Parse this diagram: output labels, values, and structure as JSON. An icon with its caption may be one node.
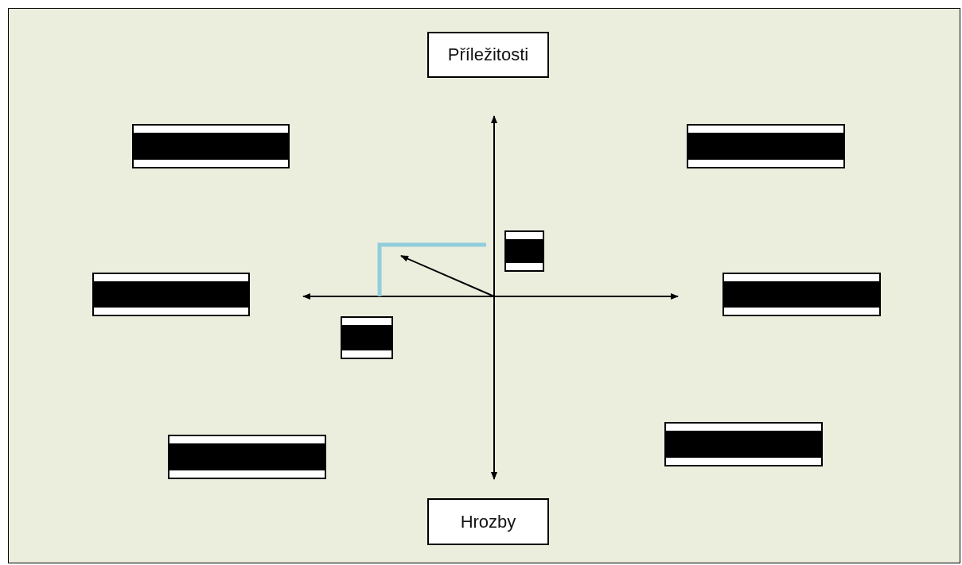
{
  "diagram": {
    "nodes": [
      {
        "text": [
          "Příležitosti"
        ]
      },
      {
        "text": [],
        "shape": "box"
      },
      {
        "text": [],
        "shape": "box"
      },
      {
        "text": [],
        "shape": "box"
      },
      {
        "text": [],
        "shape": "box"
      },
      {
        "text": [],
        "shape": "box"
      },
      {
        "text": [],
        "shape": "box"
      },
      {
        "text": [],
        "shape": "box"
      },
      {
        "text": [],
        "shape": "box"
      },
      {
        "text": [
          "Hrozby"
        ]
      }
    ],
    "edges": []
  }
}
